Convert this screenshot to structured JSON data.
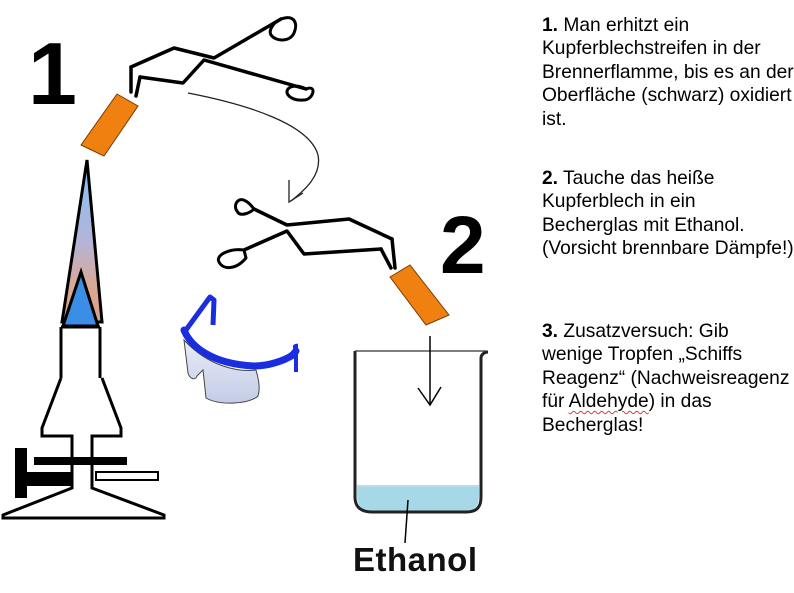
{
  "diagram": {
    "step_labels": [
      "1",
      "2"
    ],
    "beaker_label": "Ethanol",
    "colors": {
      "copper_strip": "#f08010",
      "flame_top": "#8ec8f0",
      "flame_mid": "#d6a89a",
      "flame_inner_cone": "#3a8ee6",
      "ethanol_liquid": "#a6d8e8",
      "goggles_frame": "#1a2ee0",
      "goggles_lens": "#d4dcf0",
      "outline": "#000000"
    },
    "icons": [
      "bunsen-burner-icon",
      "flame-icon",
      "tongs-icon",
      "copper-strip-icon",
      "safety-goggles-icon",
      "beaker-icon",
      "curved-arrow-icon",
      "down-arrow-icon"
    ]
  },
  "instructions": [
    {
      "number": "1.",
      "text": "Man erhitzt ein Kupferblechstreifen in der Brennerflamme, bis es an der Oberfläche (schwarz) oxidiert ist."
    },
    {
      "number": "2.",
      "text": "Tauche das heiße Kupferblech in ein Becherglas mit Ethanol. (Vorsicht brennbare Dämpfe!)"
    },
    {
      "number": "3.",
      "text_before": "Zusatzversuch: Gib wenige Tropfen „Schiffs Reagenz“ (Nachweisreagenz für ",
      "text_underlined": "Aldehyde",
      "text_after": ") in das Becherglas!"
    }
  ]
}
